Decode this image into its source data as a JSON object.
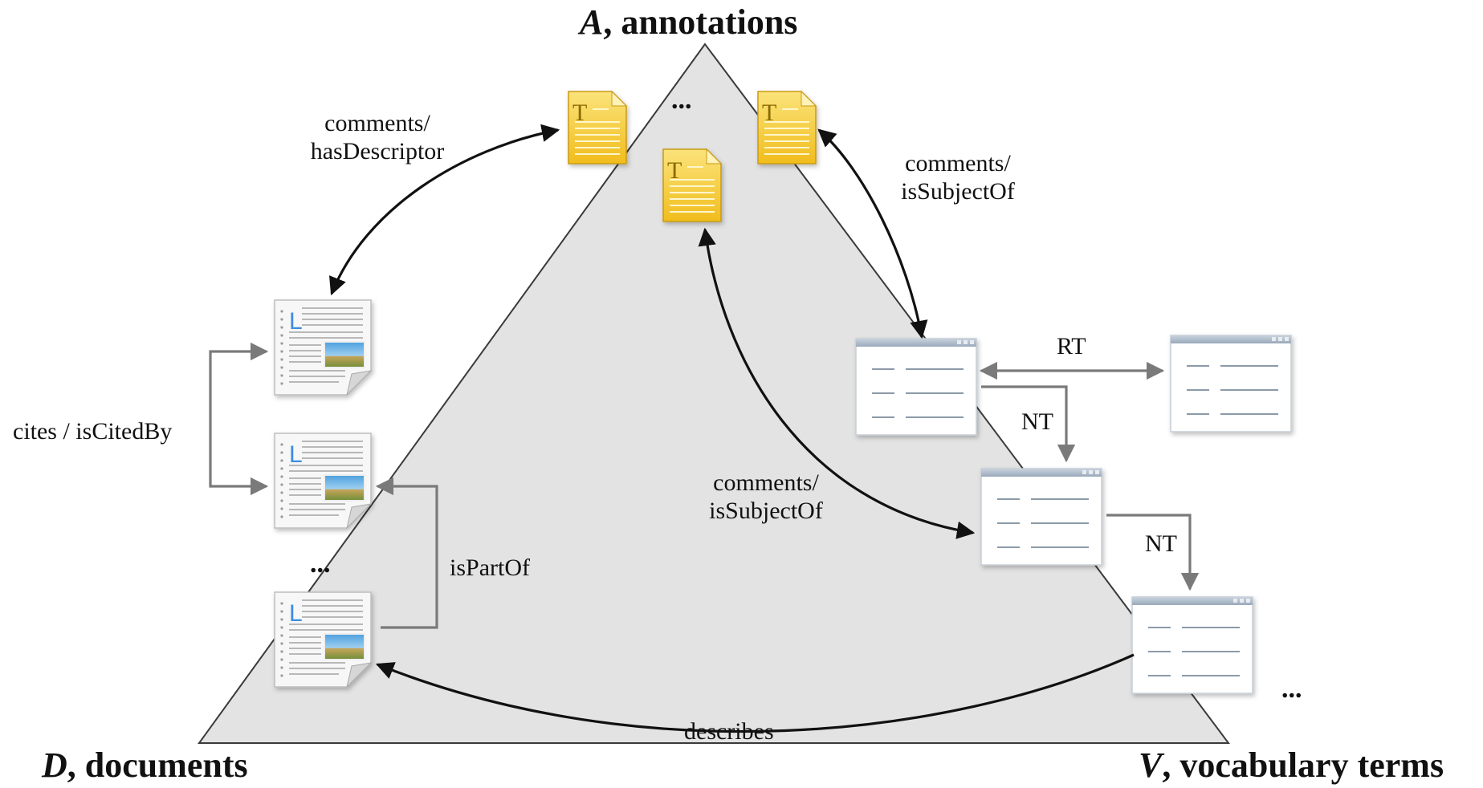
{
  "corners": {
    "annotations": {
      "letter": "A",
      "text": ", annotations"
    },
    "documents": {
      "letter": "D",
      "text": ", documents"
    },
    "vocabulary": {
      "letter": "V",
      "text": ", vocabulary terms"
    }
  },
  "relations": {
    "doc_annotation_line1": "comments/",
    "doc_annotation_line2": "hasDescriptor",
    "annotation_term_line1": "comments/",
    "annotation_term_line2": "isSubjectOf",
    "annotation_term2_line1": "comments/",
    "annotation_term2_line2": "isSubjectOf",
    "cites": "cites / isCitedBy",
    "is_part_of": "isPartOf",
    "related_term": "RT",
    "narrower_term_1": "NT",
    "narrower_term_2": "NT",
    "describes": "describes"
  },
  "ellipsis": {
    "annotations": "...",
    "documents": "...",
    "terms": "..."
  },
  "icons": {
    "annotation_letter": "T",
    "document_letter": "L"
  },
  "colors": {
    "triangle_fill": "#e3e3e3",
    "triangle_stroke": "#3a3a3a",
    "black_arrow": "#111111",
    "gray_arrow": "#7a7a7a",
    "note_yellow": "#f3c52d",
    "window_title": "#a9b7c6"
  }
}
